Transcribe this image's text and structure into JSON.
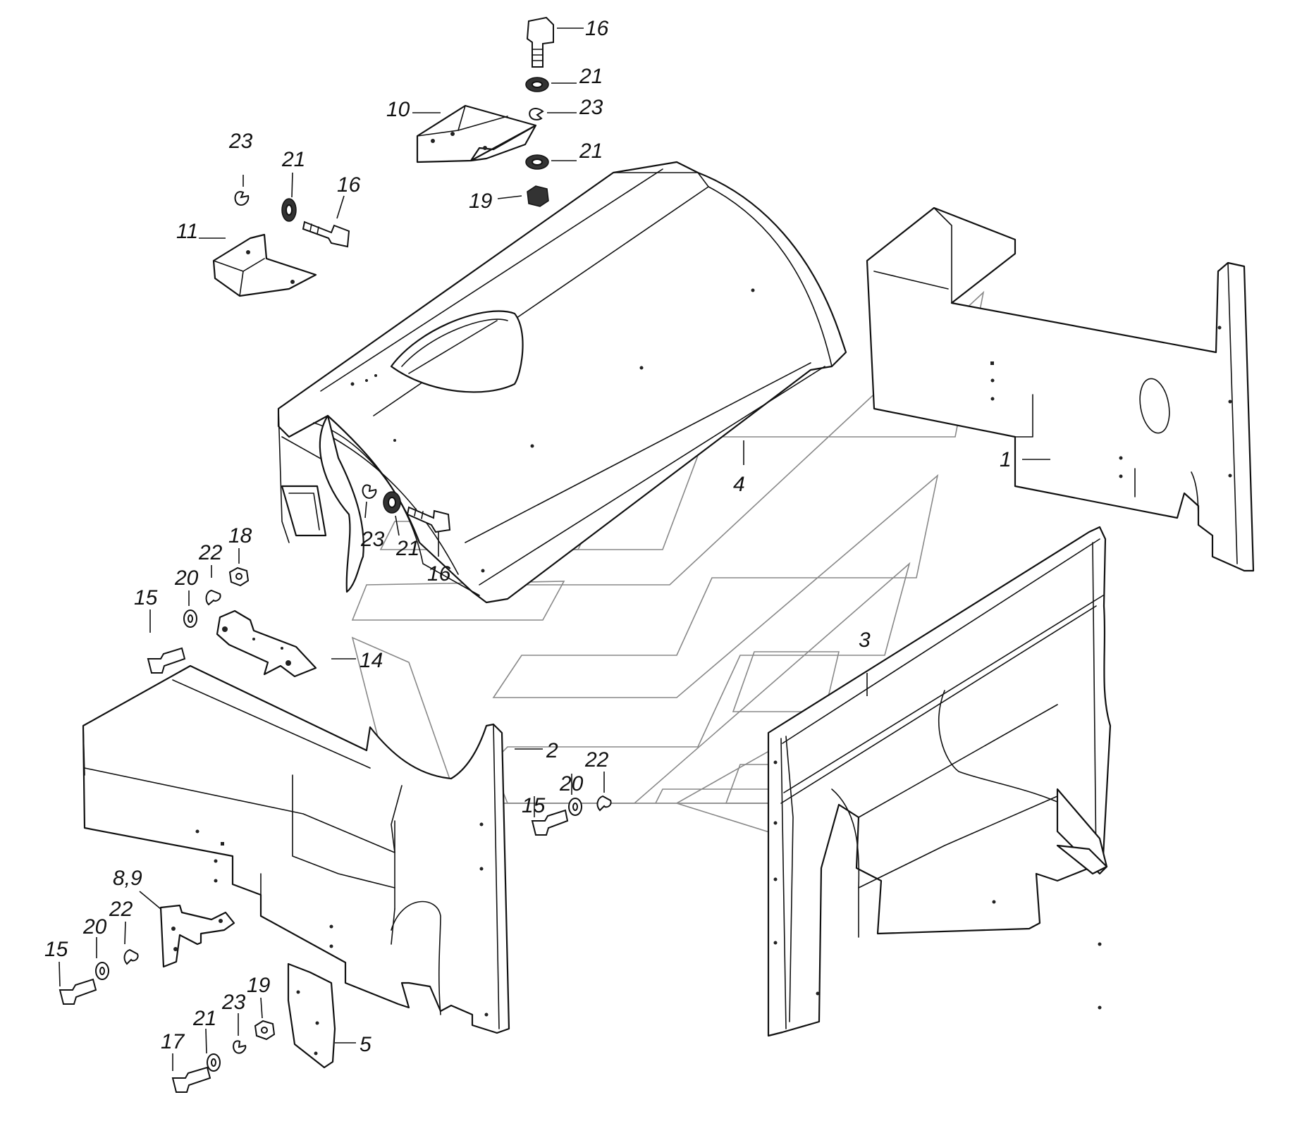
{
  "callouts": {
    "c1": "1",
    "c2": "2",
    "c3": "3",
    "c4": "4",
    "c5": "5",
    "c8_9": "8,9",
    "c10": "10",
    "c11": "11",
    "c14": "14",
    "c15a": "15",
    "c15b": "15",
    "c15c": "15",
    "c16a": "16",
    "c16b": "16",
    "c16c": "16",
    "c17": "17",
    "c18": "18",
    "c19a": "19",
    "c19b": "19",
    "c20a": "20",
    "c20b": "20",
    "c20c": "20",
    "c21a": "21",
    "c21b": "21",
    "c21c": "21",
    "c21d": "21",
    "c21e": "21",
    "c22a": "22",
    "c22b": "22",
    "c22c": "22",
    "c23a": "23",
    "c23b": "23",
    "c23c": "23",
    "c23d": "23"
  },
  "colors": {
    "line": "#111111",
    "watermark": "#888888",
    "background": "#ffffff"
  }
}
